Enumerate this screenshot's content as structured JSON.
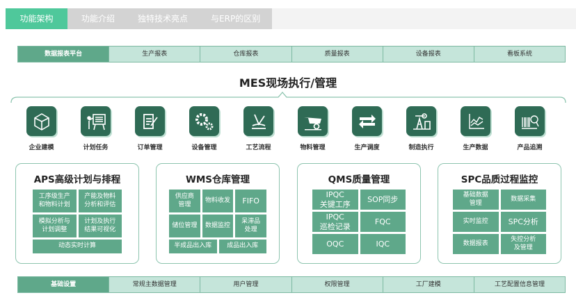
{
  "tabs": [
    "功能架构",
    "功能介绍",
    "独特技术亮点",
    "与ERP的区别"
  ],
  "top_bar": [
    "数据报表平台",
    "生产报表",
    "仓库报表",
    "质量报表",
    "设备报表",
    "看板系统"
  ],
  "mes_title": "MES现场执行/管理",
  "mes_items": [
    {
      "label": "企业建模",
      "icon": "cube-icon"
    },
    {
      "label": "计划任务",
      "icon": "presentation-icon"
    },
    {
      "label": "订单管理",
      "icon": "document-edit-icon"
    },
    {
      "label": "设备管理",
      "icon": "gears-icon"
    },
    {
      "label": "工艺流程",
      "icon": "tools-icon"
    },
    {
      "label": "物料管理",
      "icon": "wheelbarrow-icon"
    },
    {
      "label": "生产调度",
      "icon": "arrows-exchange-icon"
    },
    {
      "label": "制造执行",
      "icon": "oil-pump-icon"
    },
    {
      "label": "生产数据",
      "icon": "line-chart-icon"
    },
    {
      "label": "产品追溯",
      "icon": "barcode-search-icon"
    }
  ],
  "modules": [
    {
      "title": "APS高级计划与排程",
      "cells": [
        "工序级生产\n和物料计划",
        "产能及物料\n分析和评估",
        "模拟分析与\n计划调整",
        "计划及执行\n结果可视化",
        "动态实时计算"
      ]
    },
    {
      "title": "WMS仓库管理",
      "cells": [
        "供应商\n管理",
        "物料收发",
        "FIFO",
        "储位管理",
        "数据监控",
        "呆滞品\n处理",
        "半成品出入库",
        "成品出入库"
      ]
    },
    {
      "title": "QMS质量管理",
      "cells": [
        "IPQC\n关键工序",
        "SOP同步",
        "IPQC\n巡检记录",
        "FQC",
        "OQC",
        "IQC"
      ]
    },
    {
      "title": "SPC品质过程监控",
      "cells": [
        "基础数据\n管理",
        "数据采集",
        "实时监控",
        "SPC分析",
        "数据报表",
        "失控分析\n及管理"
      ]
    }
  ],
  "bottom_bar": [
    "基础设置",
    "常规主数据管理",
    "用户管理",
    "权限管理",
    "工厂建模",
    "工艺配置信息管理"
  ],
  "colors": {
    "accent": "#4fc89b",
    "icon_bg": "#2f6b55",
    "cell": "#5fa88a",
    "bar_light": "#c5e5da"
  }
}
